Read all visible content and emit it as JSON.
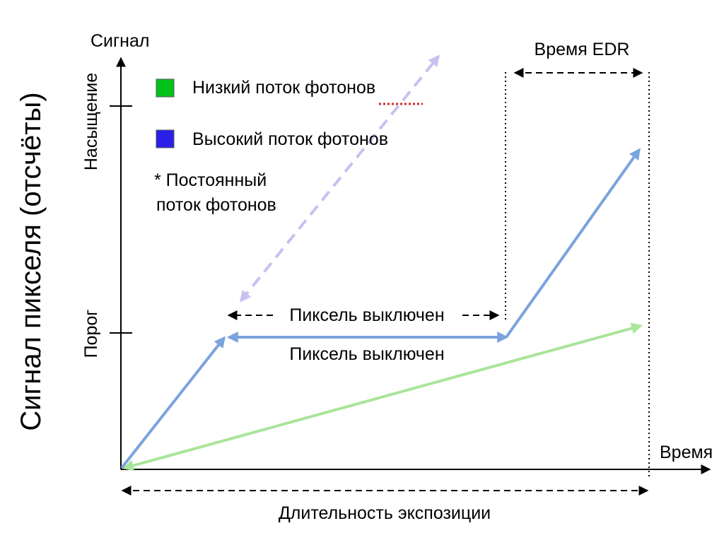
{
  "axes": {
    "y_title": "Сигнал",
    "x_title": "Время",
    "y_big_label": "Сигнал пикселя (отсчёты)",
    "tick_saturation": "Насыщение",
    "tick_threshold": "Порог",
    "exposure_label": "Длительность экспозиции"
  },
  "legend": {
    "low_flux": "Низкий поток фотонов",
    "low_flux_color": "#00c21a",
    "high_flux": "Высокий поток фотонов",
    "high_flux_color": "#2a1ee8",
    "note_line1": "* Постоянный",
    "note_line2": "поток фотонов"
  },
  "annotations": {
    "edr_time": "Время EDR",
    "pixel_off_dashed": "Пиксель выключен",
    "pixel_off_solid": "Пиксель выключен"
  },
  "colors": {
    "blue_series": "#7ba3dd",
    "green_series": "#a9e59a",
    "extrapolation": "#c9c0f0",
    "red_dots": "#d42a2a"
  }
}
